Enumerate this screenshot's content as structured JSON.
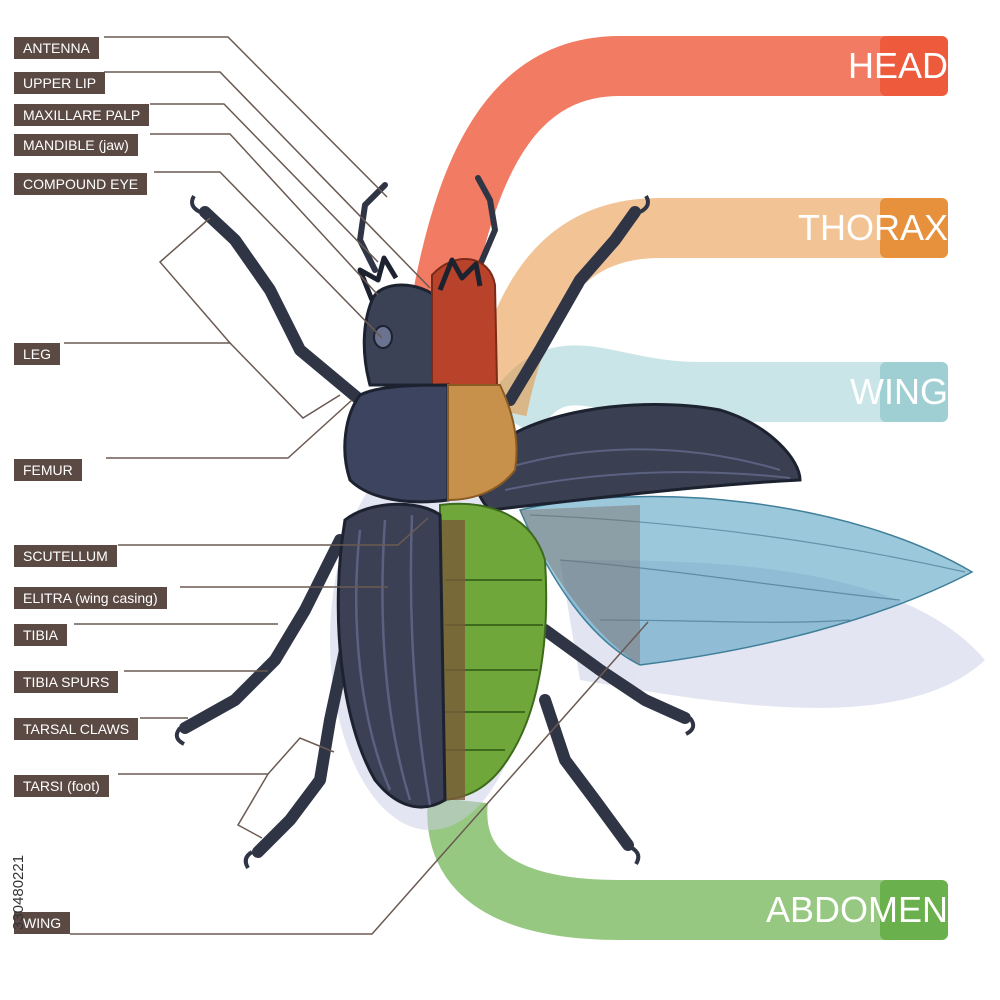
{
  "colors": {
    "head": "#ee5a3c",
    "thorax": "#e8913c",
    "wing": "#9fcfd3",
    "abdomen": "#6ab04c",
    "label_bg": "#5b4a44",
    "leader": "#6b5a52"
  },
  "parts": [
    {
      "label": "ANTENNA"
    },
    {
      "label": "UPPER LIP"
    },
    {
      "label": "MAXILLARE PALP"
    },
    {
      "label": "MANDIBLE (jaw)"
    },
    {
      "label": "COMPOUND EYE"
    },
    {
      "label": "LEG"
    },
    {
      "label": "FEMUR"
    },
    {
      "label": "SCUTELLUM"
    },
    {
      "label": "ELITRA (wing casing)"
    },
    {
      "label": "TIBIA"
    },
    {
      "label": "TIBIA SPURS"
    },
    {
      "label": "TARSAL CLAWS"
    },
    {
      "label": "TARSI (foot)"
    },
    {
      "label": "WING"
    }
  ],
  "regions": {
    "head": "HEAD",
    "thorax": "THORAX",
    "wing": "WING",
    "abdomen": "ABDOMEN"
  },
  "side_code": "330480221"
}
